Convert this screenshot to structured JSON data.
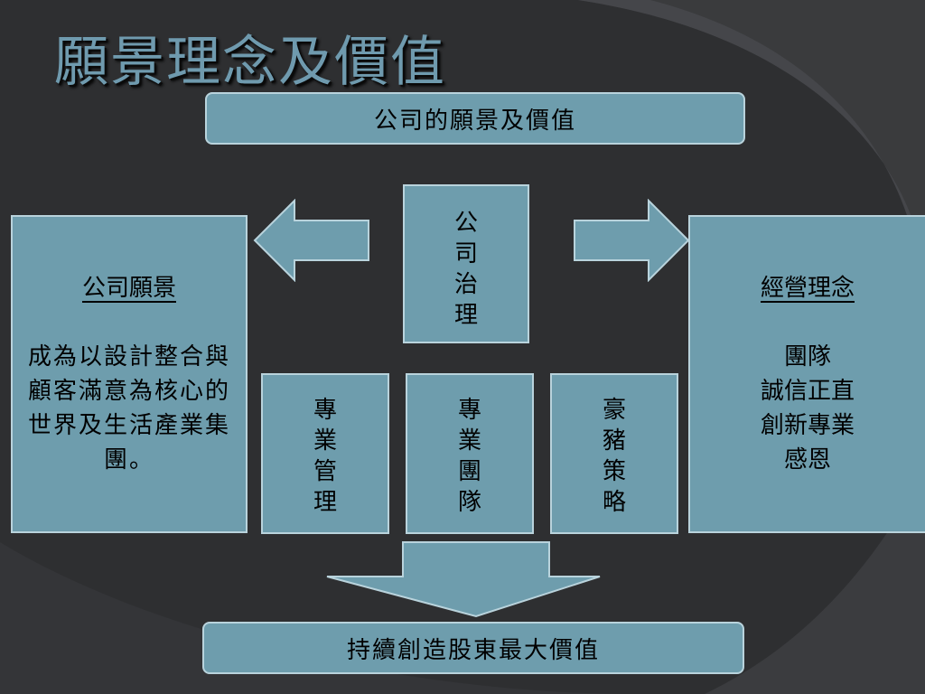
{
  "title": "願景理念及價值",
  "top_banner": "公司的願景及價值",
  "governance": "公司治理",
  "left_panel": {
    "heading": "公司願景",
    "body": "成為以設計整合與顧客滿意為核心的世界及生活產業集團。"
  },
  "right_panel": {
    "heading": "經營理念",
    "lines": [
      "團隊",
      "誠信正直",
      "創新專業",
      "感恩"
    ]
  },
  "pillars": [
    "專業管理",
    "專業團隊",
    "豪豬策略"
  ],
  "bottom_banner": "持續創造股東最大價值",
  "colors": {
    "background": "#2e2f31",
    "box_fill": "#6e9dad",
    "box_border": "#b9d3dc",
    "title": "#6f9aae"
  }
}
